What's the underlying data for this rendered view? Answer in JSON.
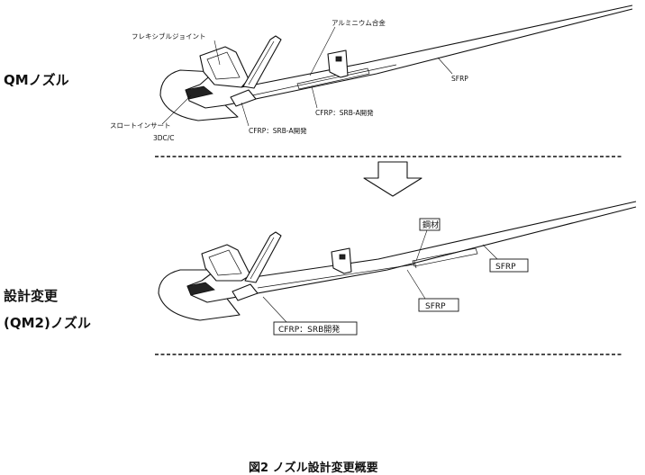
{
  "diagram": {
    "top": {
      "side_label": "QMノズル",
      "callouts": {
        "flexible_joint": "フレキシブルジョイント",
        "aluminum_alloy": "アルミニウム合金",
        "sfrp": "SFRP",
        "cfrp_upper": "CFRP：SRB-A開発",
        "cfrp_lower": "CFRP：SRB-A開発",
        "throat_insert_line1": "スロートインサート",
        "throat_insert_line2": "3DC/C"
      }
    },
    "bottom": {
      "side_label_line1": "設計変更",
      "side_label_line2": "(QM2)ノズル",
      "callouts": {
        "steel": "鋼材",
        "sfrp_right": "SFRP",
        "sfrp_center": "SFRP",
        "cfrp": "CFRP：SRB開発"
      }
    },
    "caption": "図2  ノズル設計変更概要"
  }
}
